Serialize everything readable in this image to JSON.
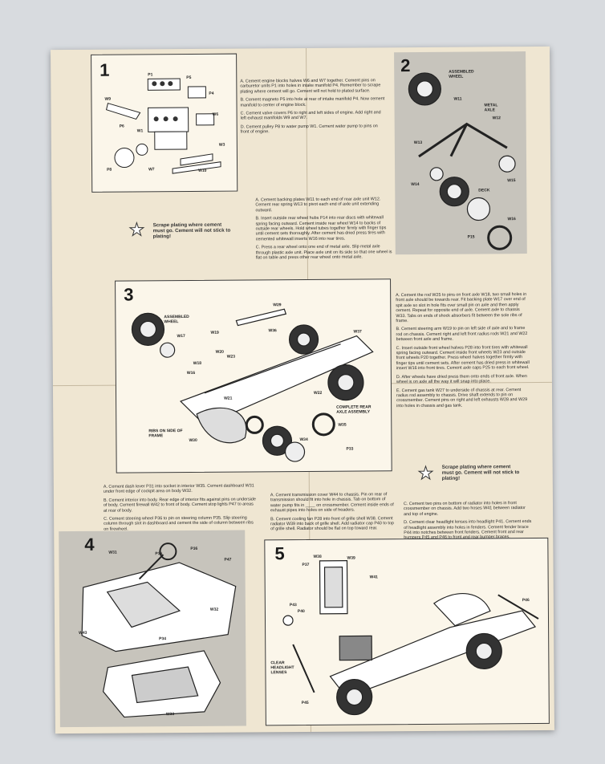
{
  "steps": {
    "s1": {
      "number": "1",
      "instructions": [
        "A. Cement engine blocks halves W6 and W7 together. Cement pins on carburetor units P1 into holes in intake manifold P4. Remember to scrape plating where cement will go. Cement will not hold to plated surface.",
        "B. Cement magneto P5 into hole at rear of intake manifold P4. Now cement manifold to center of engine block.",
        "C. Cement valve covers P6 to right and left sides of engine. Add right and left exhaust manifolds W9 and W7.",
        "D. Cement pulley P8 to water pump W1. Cement water pump to pins on front of engine."
      ],
      "labels": [
        "P1",
        "P5",
        "W9",
        "P4",
        "W6",
        "W1",
        "P6",
        "W3",
        "P8",
        "W7",
        "W10"
      ]
    },
    "s2": {
      "number": "2",
      "labels": [
        "ASSEMBLED WHEEL",
        "W11",
        "METAL AXLE",
        "W13",
        "W12",
        "W14",
        "W15",
        "DECK",
        "P15",
        "W16"
      ]
    },
    "s2_text": [
      "A. Cement backing plates W11 to each end of rear axle unit W12. Cement rear spring W13 to pivot each end of axle unit extending outward.",
      "B. Insert outside rear wheel hubs P14 into rear discs with whitewall spring facing outward. Cement inside rear wheel W14 to backs of outside rear wheels. Hold wheel tubes together firmly with finger tips until cement sets thoroughly. After cement has dried press tires with cemented whitewall inserts W16 into rear tires.",
      "C. Press a rear wheel onto one end of metal axle. Slip metal axle through plastic axle unit. Place axle unit on its side so that one wheel is flat on table and press other rear wheel onto metal axle."
    ],
    "warning1": "Scrape plating where cement must go. Cement will not stick to plating!",
    "s3": {
      "number": "3",
      "labels": [
        "ASSEMBLED WHEEL",
        "W29",
        "W17",
        "W19",
        "W36",
        "W37",
        "W20",
        "W23",
        "W18",
        "W16",
        "W21",
        "W22",
        "COMPLETE REAR AXLE ASSEMBLY",
        "RIBS ON SIDE OF FRAME",
        "W30",
        "W34",
        "W35",
        "P33"
      ]
    },
    "s3_text": [
      "A. Cement the rod W25 to pins on front axle W18, two small holes in front axle should be towards rear. Fit backing plate W17 over end of spit axle so slot in hole fits over small pin on axle and then apply cement. Repeat for opposite end of axle. Cement axle to chassis W33. Tabs on ends of shock absorbers fit between the sole ribs of frame.",
      "B. Cement steering arm W19 to pin on left side of axle and to frame rod on chassis. Cement right and left front radius rods W21 and W22 between front axle and frame.",
      "C. Insert outside front wheel halves P28 into front tires with whitewall spring facing outward. Cement inside front wheels W23 and outside front wheels P20 together. Press wheel halves together firmly with finger tips until cement sets. After cement has dried press in whitewall insert W16 into front tires. Cement axle caps P25 to each front wheel.",
      "D. After wheels have dried press them onto ends of front axle. When wheel is on axle all the way it will snap into place.",
      "E. Cement gas tank W27 to underside of chassis at rear. Cement radius rod assembly to chassis. Drive shaft extends to pin on crossmember. Cement pins on right and left exhausts W28 and W29 into holes in chassis and gas tank."
    ],
    "warning2": "Scrape plating where cement must go. Cement will not stick to plating!",
    "s4_text": [
      "A. Cement dash lever P31 into socket in interior W35. Cement dashboard W31 under front edge of cockpit area on body W32.",
      "B. Cement interior into body. Rear edge of interior fits against pins on underside of body. Cement firewall W42 to front of body. Cement stop lights P47 to areas at rear of body.",
      "C. Cement steering wheel P36 to pin on steering column P35. Slip steering column through slot in dashboard and cement the side of column between ribs on firewheel."
    ],
    "s4": {
      "number": "4",
      "labels": [
        "W31",
        "P36",
        "P36",
        "P47",
        "W43",
        "W32",
        "P34",
        "W33"
      ]
    },
    "s5_text": [
      "A. Cement transmission cover W44 to chassis. Pin on rear of transmission should fit into hole in chassis. Tab on bottom of water pump fits in ____ on crossmember. Cement inside ends of exhaust pipes into holes on side of headers.",
      "B. Cement cooling fan P28 into front of grille shell W38. Cement radiator W39 into back of grille shell. Add radiator cap P40 to top of grille shell. Radiator should be flat on top toward rear.",
      "C. Cement two pins on bottom of radiator into holes in front crossmember on chassis. Add two hoses W41 between radiator and top of engine.",
      "D. Cement clear headlight lenses into headlight P41. Cement ends of headlight assembly into holes in fenders. Cement fender brace P44 into notches between front fenders. Cement front and rear bumpers P45 and P46 to front and rear bumper braces."
    ],
    "s5": {
      "number": "5",
      "labels": [
        "P37",
        "W38",
        "W39",
        "W41",
        "P43",
        "P40",
        "CLEAR HEADLIGHT LENSES",
        "P45",
        "P46"
      ]
    }
  }
}
